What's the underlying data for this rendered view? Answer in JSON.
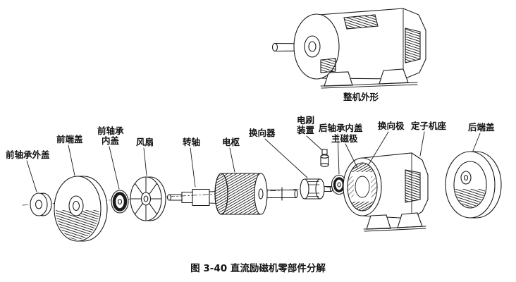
{
  "figure": {
    "caption": "图 3-40  直流励磁机零部件分解",
    "assembled_label": "整机外形"
  },
  "labels": {
    "front_bearing_outer_cover": "前轴承外盖",
    "front_end_cover": "前端盖",
    "front_bearing_inner_cover_line1": "前轴承",
    "front_bearing_inner_cover_line2": "内盖",
    "fan": "风扇",
    "shaft": "转轴",
    "armature": "电枢",
    "commutator": "换向器",
    "brush_device_line1": "电刷",
    "brush_device_line2": "装置",
    "rear_bearing_inner_cover": "后轴承内盖",
    "main_pole": "主磁极",
    "commutating_pole": "换向极",
    "stator_frame": "定子机座",
    "rear_end_cover": "后端盖"
  },
  "colors": {
    "line": "#1a1a1a",
    "background": "#ffffff"
  }
}
